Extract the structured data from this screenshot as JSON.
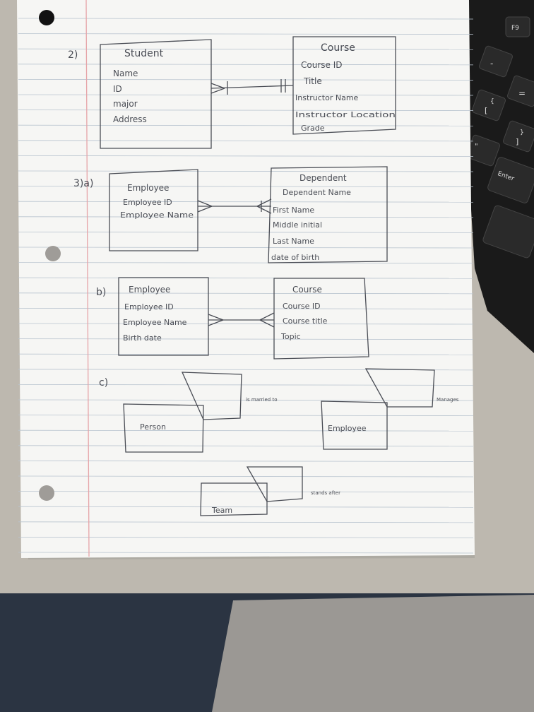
{
  "colors": {
    "paper": "#f6f6f4",
    "rule_line": "#b9c4cf",
    "margin_line": "#e6a4a8",
    "ink": "#4a4d55",
    "desk": "#bdb8af",
    "keyboard": "#1a1a1a",
    "jeans": "#2b3442"
  },
  "keyboard": {
    "f9": "F9",
    "minus": "-",
    "equals": "=",
    "brace_open": "{",
    "bracket_open": "[",
    "brace_close": "}",
    "bracket_close": "]",
    "quote": "\"",
    "enter": "Enter"
  },
  "labels": {
    "q2": "2)",
    "q3a": "3)a)",
    "q3b": "b)",
    "q3c": "c)"
  },
  "q2": {
    "student": {
      "title": "Student",
      "attrs": [
        "Name",
        "ID",
        "major",
        "Address"
      ]
    },
    "course": {
      "title": "Course",
      "attrs": [
        "Course ID",
        "Title",
        "Instructor Name",
        "Instructor Location",
        "Grade"
      ]
    }
  },
  "q3a": {
    "employee": {
      "title": "Employee",
      "attrs": [
        "Employee ID",
        "Employee Name"
      ]
    },
    "dependent": {
      "title": "Dependent",
      "attrs": [
        "Dependent Name",
        "First Name",
        "Middle initial",
        "Last Name",
        "date of birth"
      ]
    }
  },
  "q3b": {
    "employee": {
      "title": "Employee",
      "attrs": [
        "Employee ID",
        "Employee Name",
        "Birth date"
      ]
    },
    "course": {
      "title": "Course",
      "attrs": [
        "Course ID",
        "Course title",
        "Topic"
      ]
    }
  },
  "q3c": {
    "person": "Person",
    "person_rel": "is married to",
    "employee": "Employee",
    "employee_rel": "Manages",
    "team": "Team",
    "team_rel": "stands after"
  }
}
